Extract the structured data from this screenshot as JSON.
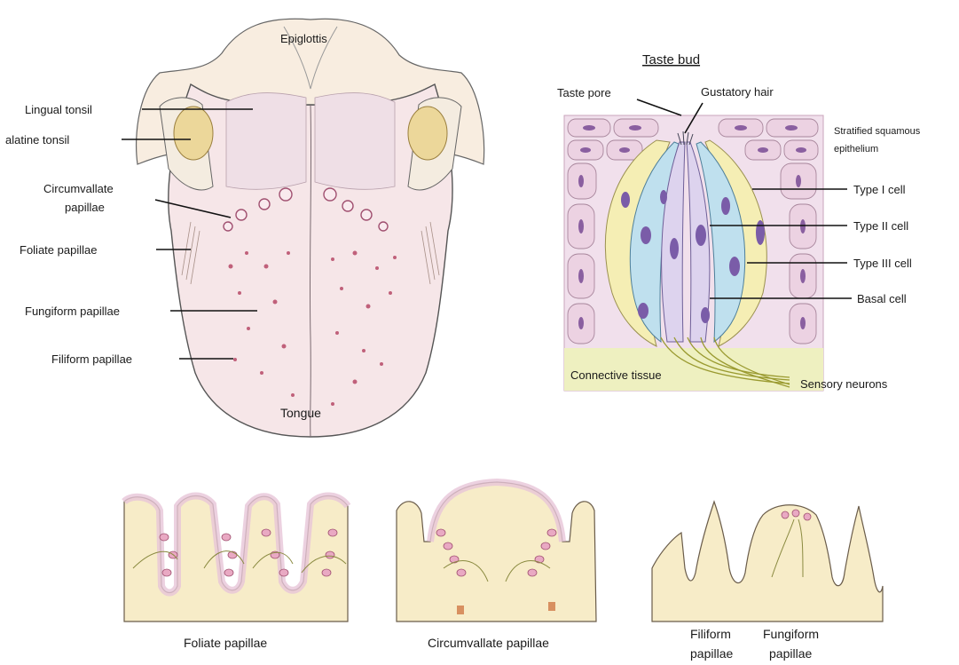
{
  "tongue": {
    "labels": {
      "epiglottis": "Epiglottis",
      "lingual_tonsil": "Lingual tonsil",
      "palatine_tonsil": "alatine tonsil",
      "circumvallate_1": "Circumvallate",
      "circumvallate_2": "papillae",
      "foliate": "Foliate papillae",
      "fungiform": "Fungiform papillae",
      "filiform": "Filiform papillae",
      "tongue": "Tongue"
    }
  },
  "taste_bud": {
    "title": "Taste bud",
    "labels": {
      "taste_pore": "Taste pore",
      "gustatory_hair": "Gustatory hair",
      "stratified_1": "Stratified squamous",
      "stratified_2": "epithelium",
      "type1": "Type I cell",
      "type2": "Type II cell",
      "type3": "Type III cell",
      "basal": "Basal cell",
      "connective": "Connective tissue",
      "sensory": "Sensory neurons"
    }
  },
  "papillae_sections": {
    "foliate": "Foliate papillae",
    "circumvallate": "Circumvallate papillae",
    "filiform_1": "Filiform",
    "filiform_2": "papillae",
    "fungiform_1": "Fungiform",
    "fungiform_2": "papillae"
  },
  "colors": {
    "tongue_fill": "#f6e6e8",
    "tissue_fill": "#f7ecc8",
    "epithelium_pink": "#e7c5d8",
    "cell_blue": "#bfe0ee",
    "cell_lavender": "#ddd3ee",
    "cell_yellow": "#f5eeb4",
    "nucleus_purple": "#7a5ca8",
    "spot_red": "#c0607a"
  }
}
